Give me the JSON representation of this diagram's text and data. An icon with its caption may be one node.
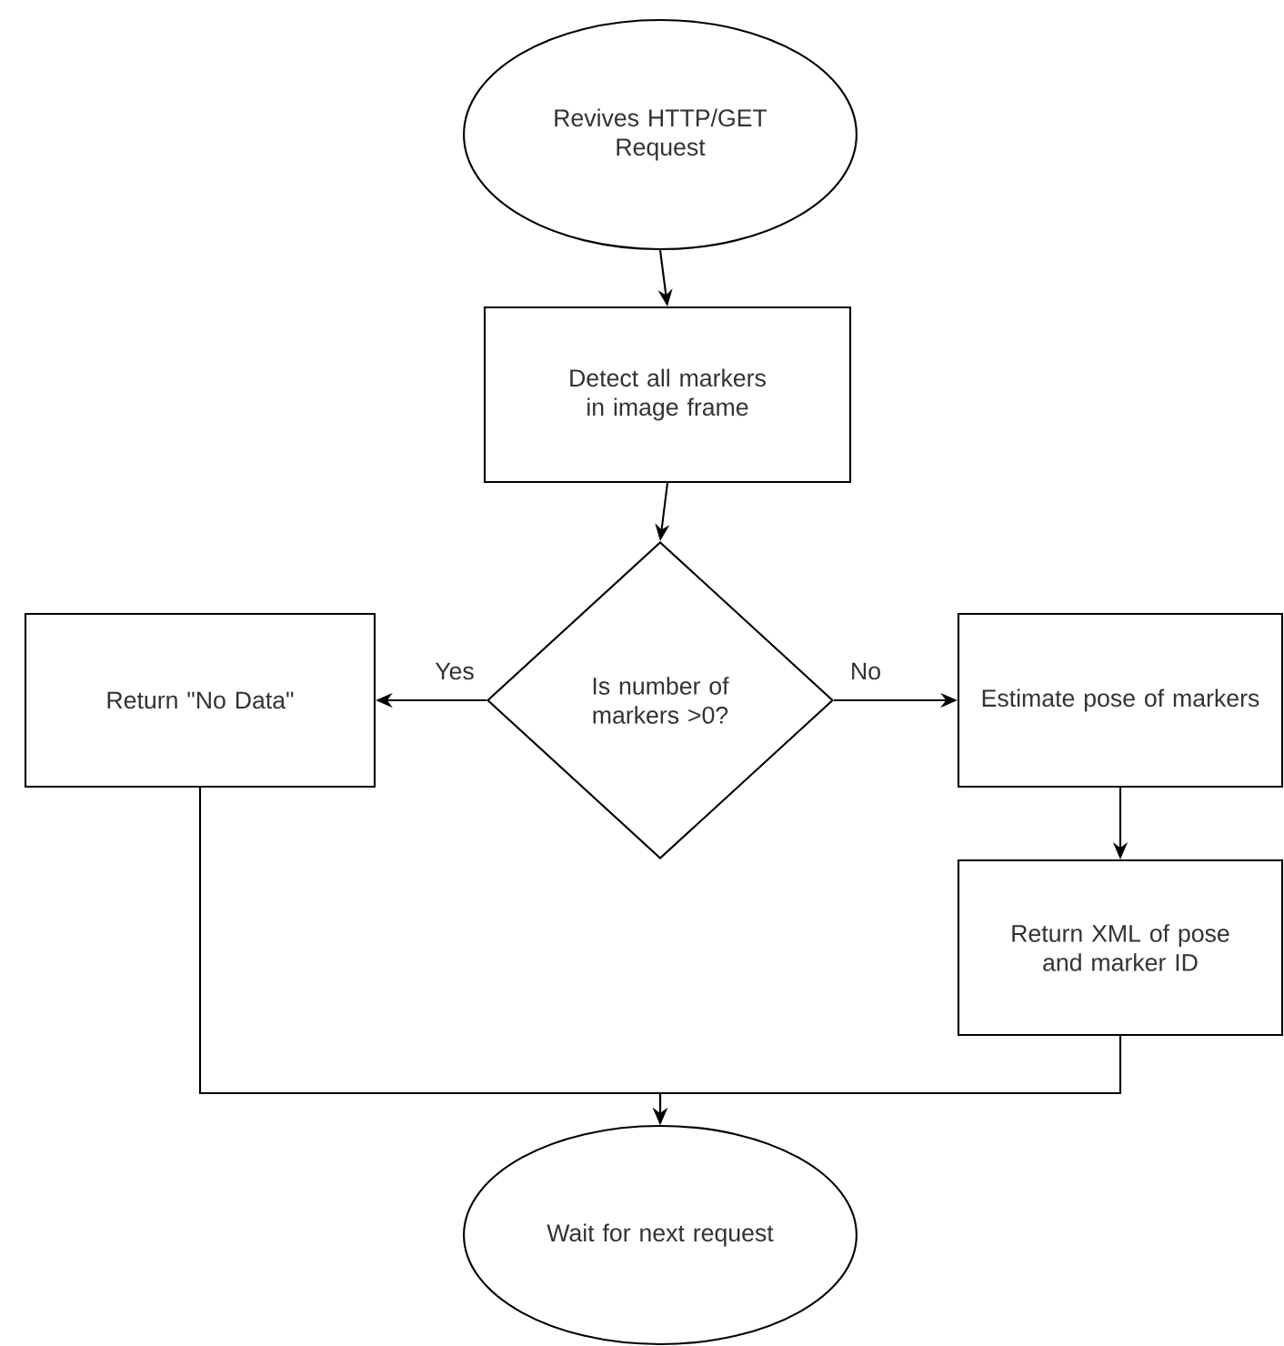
{
  "diagram": {
    "nodes": [
      {
        "text": [
          "Revives HTTP/GET Request"
        ]
      },
      {
        "text": [
          "Detect all markers in image frame"
        ]
      },
      {
        "text": [
          "Is number of markers >0?"
        ]
      },
      {
        "text": [
          "Return \"No Data\""
        ]
      },
      {
        "text": [
          "Estimate pose of markers"
        ]
      },
      {
        "text": [
          "Return XML of pose and marker ID"
        ]
      },
      {
        "text": [
          "Wait for next request"
        ]
      }
    ],
    "edges": [
      {
        "from": 0,
        "to": 1,
        "arrow": "to"
      },
      {
        "from": 1,
        "to": 2,
        "arrow": "to"
      },
      {
        "from": 2,
        "to": 3,
        "arrow": "to",
        "label": "Yes"
      },
      {
        "from": 2,
        "to": 4,
        "arrow": "to",
        "label": "No"
      },
      {
        "from": 4,
        "to": 5,
        "arrow": "to"
      },
      {
        "from": 3,
        "to": 6,
        "arrow": "to"
      },
      {
        "from": 5,
        "to": 6,
        "arrow": "to"
      }
    ]
  }
}
